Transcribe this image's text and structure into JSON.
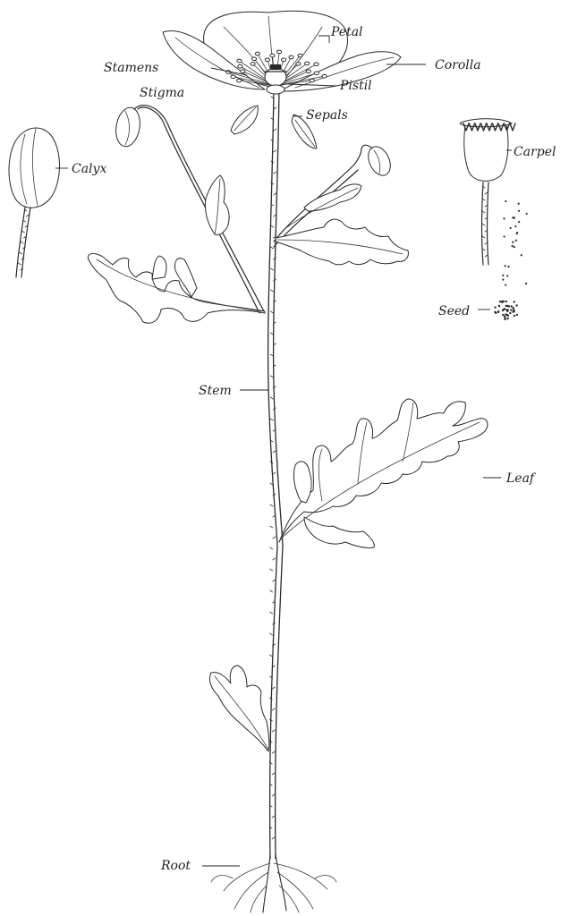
{
  "figure": {
    "labels": {
      "petal": "Petal",
      "stamens": "Stamens",
      "corolla": "Corolla",
      "pistil": "Pistil",
      "stigma": "Stigma",
      "sepals": "Sepals",
      "calyx": "Calyx",
      "carpel": "Carpel",
      "seed": "Seed",
      "stem": "Stem",
      "leaf": "Leaf",
      "root": "Root"
    },
    "colors": {
      "ink": "#2a2a2a",
      "background": "#ffffff"
    }
  }
}
